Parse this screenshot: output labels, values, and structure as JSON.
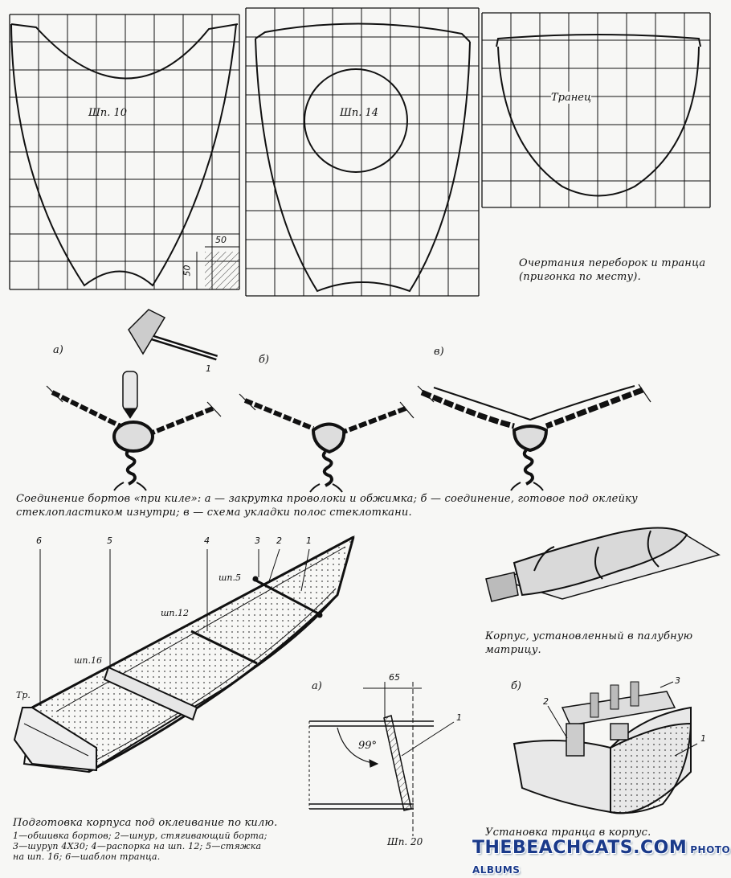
{
  "panels": {
    "frame10_label": "Шп. 10",
    "frame14_label": "Шп. 14",
    "transom_label": "Транец",
    "dim_50_h": "50",
    "dim_50_v": "50",
    "outline_caption_l1": "Очертания переборок и транца",
    "outline_caption_l2": "(пригонка по месту)."
  },
  "joints": {
    "a": "а)",
    "b": "б)",
    "v": "в)",
    "c1": "1",
    "caption_l1": "Соединение бортов «при киле»: а — закрутка проволоки и обжимка; б — соединение, готовое под оклейку",
    "caption_l2": "стеклопластиком изнутри; в — схема укладки полос стеклоткани."
  },
  "hull": {
    "n1": "1",
    "n2": "2",
    "n3": "3",
    "n4": "4",
    "n5": "5",
    "n6": "6",
    "shp5": "шп.5",
    "shp12": "шп.12",
    "shp16": "шп.16",
    "tr": "Тр.",
    "caption_title": "Подготовка корпуса под оклеивание по килю.",
    "caption_l1": "1—обшивка бортов; 2—шнур, стягивающий борта;",
    "caption_l2": "3—шуруп 4Х30; 4—распорка на шп. 12; 5—стяжка",
    "caption_l3": "на шп. 16; 6—шаблон транца."
  },
  "matrix": {
    "caption_l1": "Корпус, установленный в палубную",
    "caption_l2": "матрицу."
  },
  "transom_detail": {
    "a": "а)",
    "dim65": "65",
    "angle": "99°",
    "n1": "1",
    "shp20": "Шп. 20",
    "b": "б)",
    "m1": "1",
    "m2": "2",
    "m3": "3",
    "caption": "Установка транца в корпус."
  },
  "watermark": {
    "brand": "THEBEACHCATS.COM",
    "sub": "PHOTO ALBUMS"
  }
}
